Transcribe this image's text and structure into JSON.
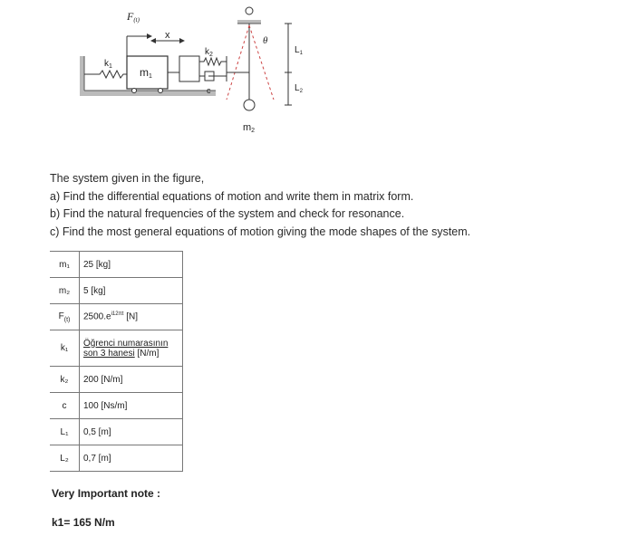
{
  "figure": {
    "force_label": "F",
    "force_sub": "(t)",
    "x_label": "x",
    "k1_label": "k",
    "k1_sub": "1",
    "m1_label": "m",
    "m1_sub": "1",
    "k2_label": "k",
    "k2_sub": "2",
    "c_label": "c",
    "theta_label": "θ",
    "l1_label": "L",
    "l1_sub": "1",
    "l2_label": "L",
    "l2_sub": "2",
    "m2_label": "m",
    "m2_sub": "2"
  },
  "problem": {
    "intro": "The system given in the figure,",
    "a": "a) Find the differential equations of motion and write them in matrix form.",
    "b": "b) Find the natural frequencies of the system and check for resonance.",
    "c": "c) Find the most general equations of motion giving the mode shapes of the system."
  },
  "params": {
    "m1_sym": "m₁",
    "m1_val": "25 [kg]",
    "m2_sym": "m₂",
    "m2_val": "5 [kg]",
    "f_sym": "F",
    "f_sym_sub": "(t)",
    "f_val": "2500.e",
    "f_val_sup": "i12πt",
    "f_val_unit": " [N]",
    "k1_sym": "k₁",
    "k1_val_line1": "Öğrenci numarasının",
    "k1_val_line2": "son 3 hanesi",
    "k1_val_unit": " [N/m]",
    "k2_sym": "k₂",
    "k2_val": "200 [N/m]",
    "c_sym": "c",
    "c_val": "100 [Ns/m]",
    "l1_sym": "L₁",
    "l1_val": "0,5 [m]",
    "l2_sym": "L₂",
    "l2_val": "0,7 [m]"
  },
  "note": {
    "title": "Very Important note :",
    "k1": "k1= 165 N/m"
  }
}
